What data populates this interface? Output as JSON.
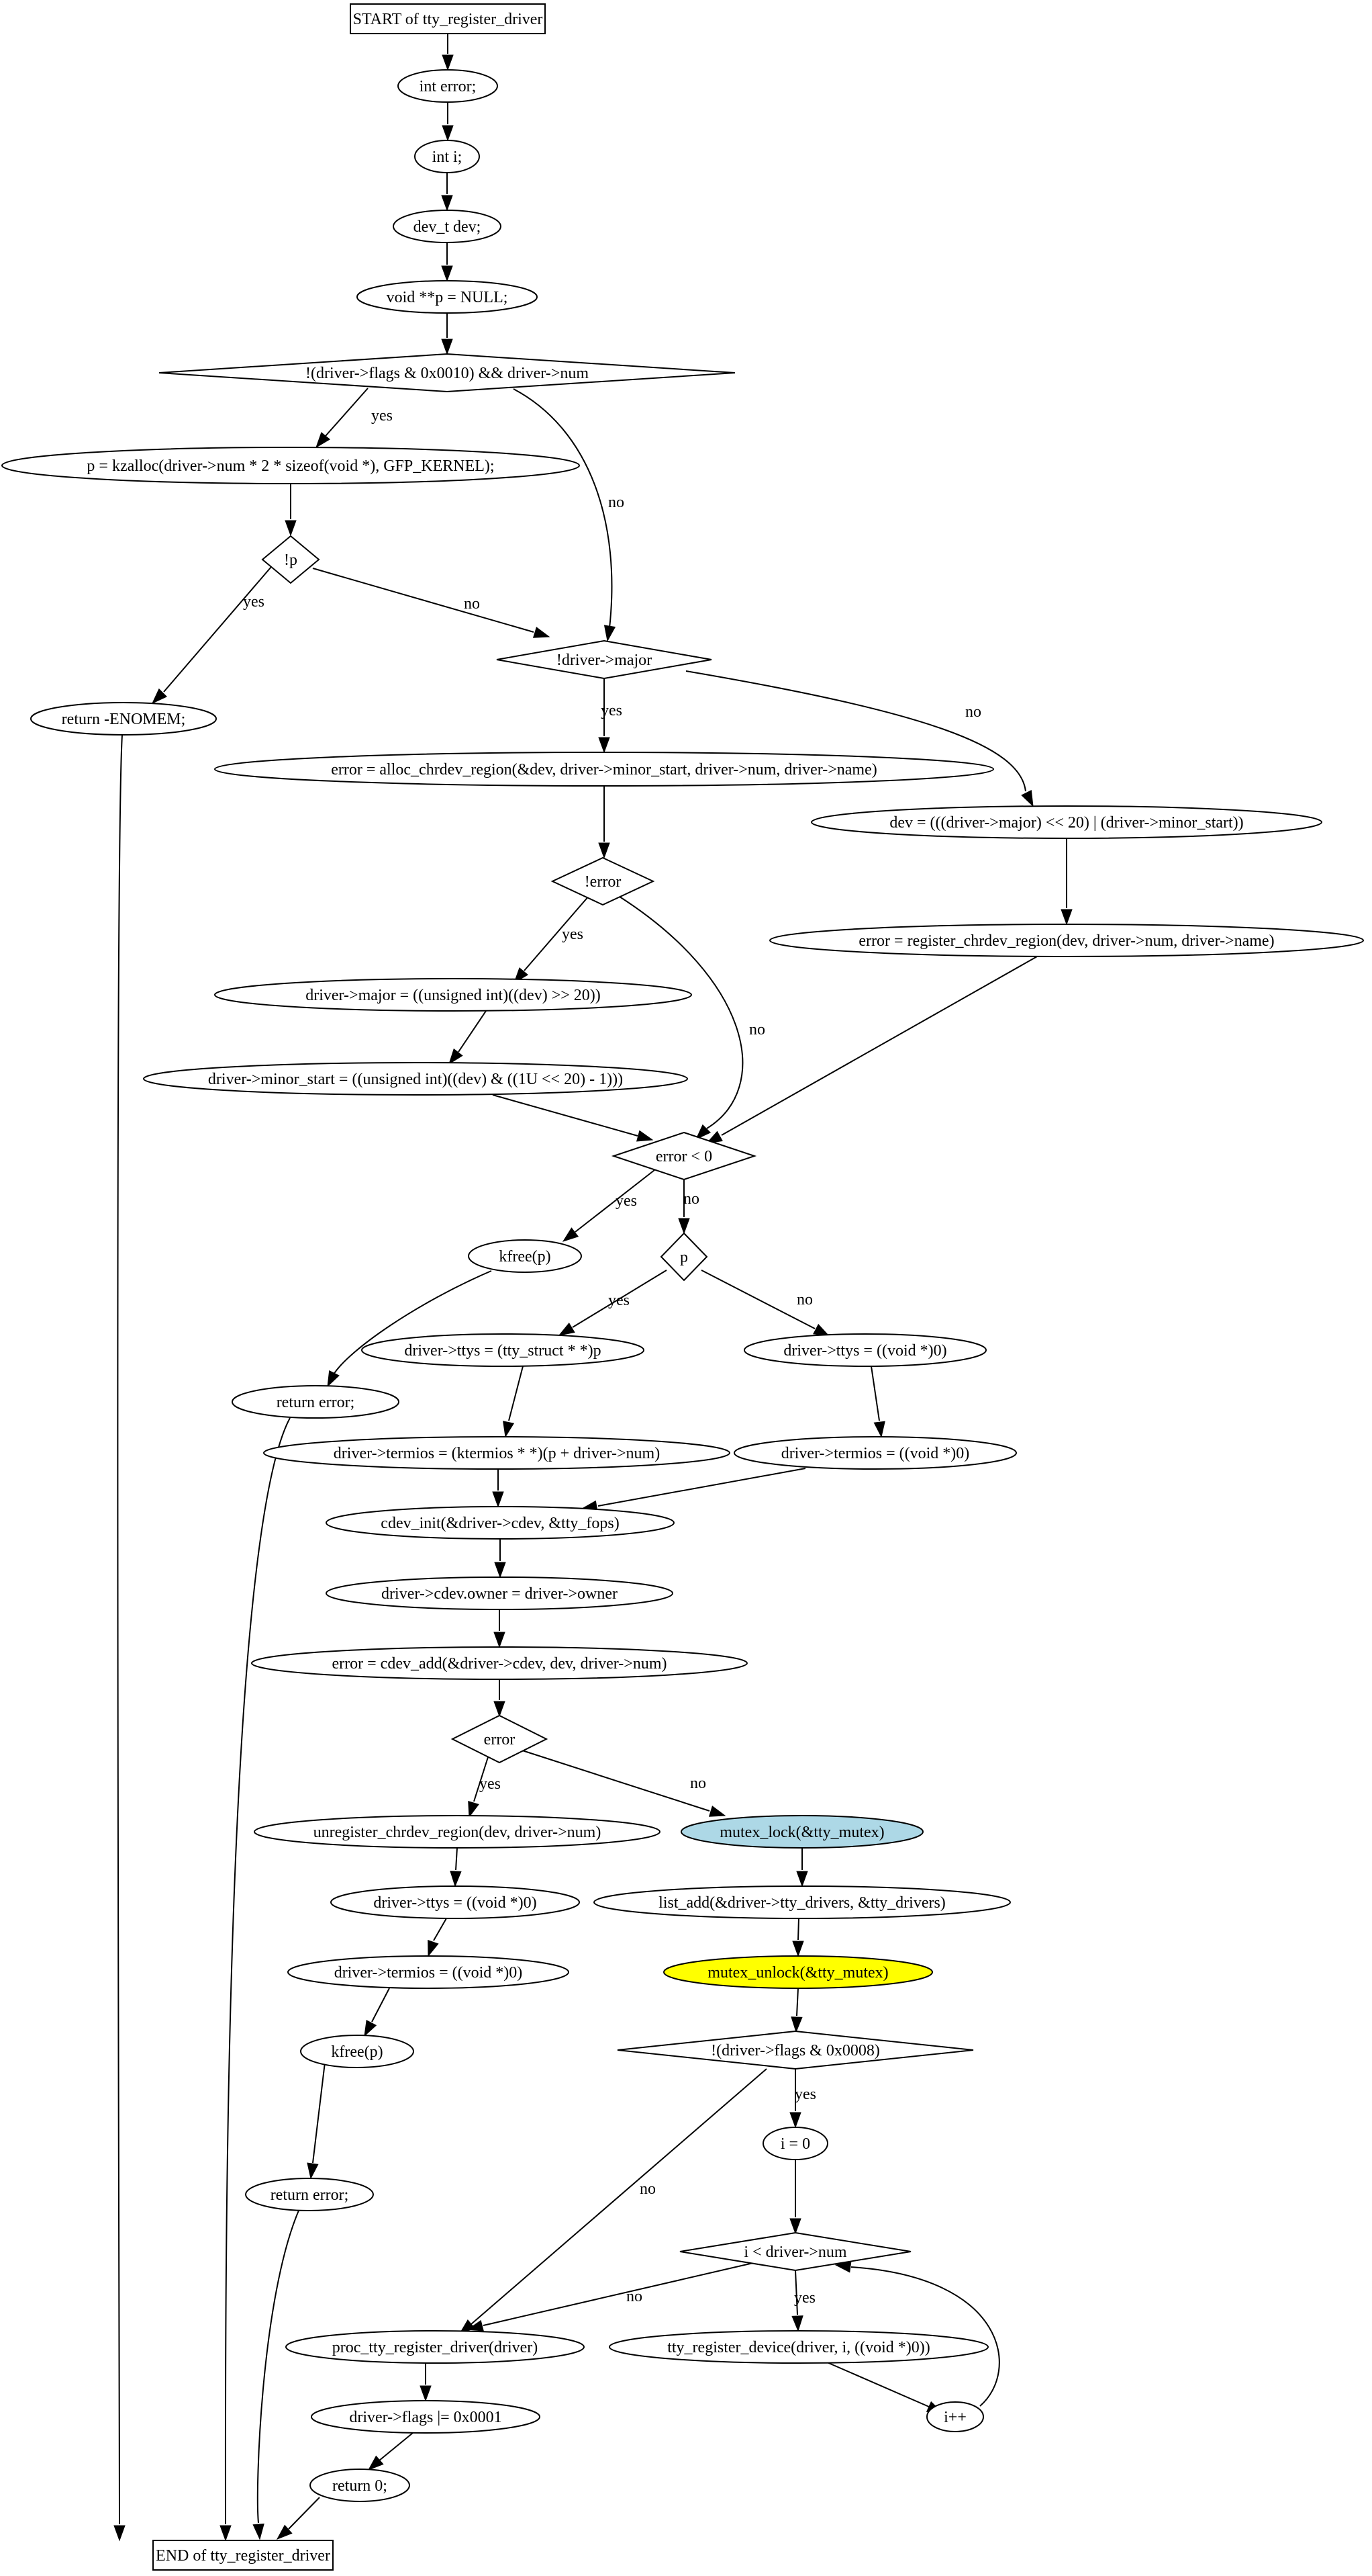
{
  "nodes": {
    "start": {
      "label": "START of tty_register_driver"
    },
    "decl_error": {
      "label": "int error;"
    },
    "decl_i": {
      "label": "int i;"
    },
    "decl_dev": {
      "label": "dev_t dev;"
    },
    "decl_p": {
      "label": "void **p = NULL;"
    },
    "cond_flags_num": {
      "label": "!(driver->flags & 0x0010) && driver->num"
    },
    "kzalloc": {
      "label": "p = kzalloc(driver->num * 2 * sizeof(void *), GFP_KERNEL);"
    },
    "cond_not_p": {
      "label": "!p"
    },
    "ret_enomem": {
      "label": "return -ENOMEM;"
    },
    "cond_not_major": {
      "label": "!driver->major"
    },
    "alloc_chrdev": {
      "label": "error = alloc_chrdev_region(&dev, driver->minor_start, driver->num, driver->name)"
    },
    "dev_assign": {
      "label": "dev = (((driver->major) << 20) | (driver->minor_start))"
    },
    "register_chrdev": {
      "label": "error = register_chrdev_region(dev, driver->num, driver->name)"
    },
    "cond_not_error": {
      "label": "!error"
    },
    "major_assign": {
      "label": "driver->major = ((unsigned int)((dev) >> 20))"
    },
    "minor_assign": {
      "label": "driver->minor_start = ((unsigned int)((dev) & ((1U << 20) - 1)))"
    },
    "cond_error_lt0": {
      "label": "error < 0"
    },
    "kfree_p1": {
      "label": "kfree(p)"
    },
    "cond_p": {
      "label": "p"
    },
    "ret_error1": {
      "label": "return error;"
    },
    "ttys_p": {
      "label": "driver->ttys = (tty_struct * *)p"
    },
    "ttys_null1": {
      "label": "driver->ttys = ((void *)0)"
    },
    "termios_p": {
      "label": "driver->termios = (ktermios * *)(p + driver->num)"
    },
    "termios_null1": {
      "label": "driver->termios = ((void *)0)"
    },
    "cdev_init": {
      "label": "cdev_init(&driver->cdev, &tty_fops)"
    },
    "cdev_owner": {
      "label": "driver->cdev.owner = driver->owner"
    },
    "cdev_add": {
      "label": "error = cdev_add(&driver->cdev, dev, driver->num)"
    },
    "cond_error": {
      "label": "error"
    },
    "unregister": {
      "label": "unregister_chrdev_region(dev, driver->num)"
    },
    "mutex_lock": {
      "label": "mutex_lock(&tty_mutex)"
    },
    "ttys_null2": {
      "label": "driver->ttys = ((void *)0)"
    },
    "list_add": {
      "label": "list_add(&driver->tty_drivers, &tty_drivers)"
    },
    "termios_null2": {
      "label": "driver->termios = ((void *)0)"
    },
    "mutex_unlock": {
      "label": "mutex_unlock(&tty_mutex)"
    },
    "kfree_p2": {
      "label": "kfree(p)"
    },
    "cond_flags8": {
      "label": "!(driver->flags & 0x0008)"
    },
    "i_zero": {
      "label": "i = 0"
    },
    "ret_error2": {
      "label": "return error;"
    },
    "cond_i_lt_num": {
      "label": "i < driver->num"
    },
    "proc_register": {
      "label": "proc_tty_register_driver(driver)"
    },
    "tty_register_device": {
      "label": "tty_register_device(driver, i, ((void *)0))"
    },
    "flags_or": {
      "label": "driver->flags |= 0x0001"
    },
    "i_inc": {
      "label": "i++"
    },
    "ret_zero": {
      "label": "return 0;"
    },
    "end": {
      "label": "END of tty_register_driver"
    }
  },
  "edge_labels": {
    "yes": "yes",
    "no": "no"
  },
  "colors": {
    "mutex_lock_fill": "#add8e6",
    "mutex_unlock_fill": "#ffff00"
  }
}
